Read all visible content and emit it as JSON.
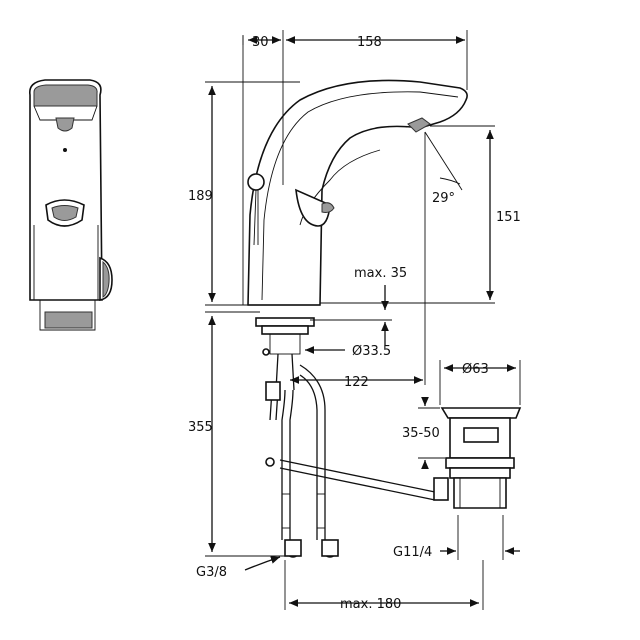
{
  "dimensions": {
    "top_left_width": "30",
    "top_spout_length": "158",
    "body_height": "189",
    "spout_height": "151",
    "sensor_angle": "29°",
    "max_deck_thickness": "max. 35",
    "mounting_hole_diameter": "Ø33.5",
    "tail_offset": "122",
    "drain_diameter": "Ø63",
    "drain_height_range": "35-50",
    "hose_length": "355",
    "hose_thread": "G3/8",
    "drain_thread": "G11/4",
    "max_hose_spread": "max. 180"
  }
}
